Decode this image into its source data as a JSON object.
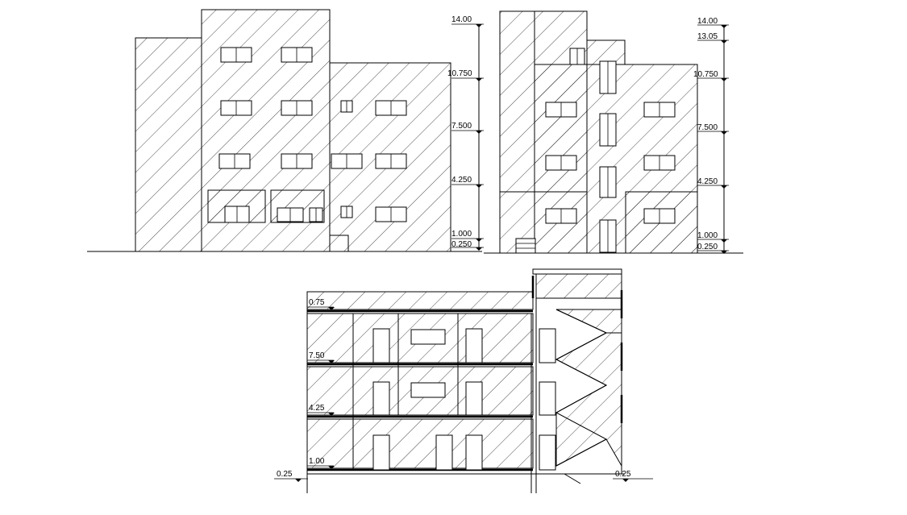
{
  "drawing": {
    "front_elevation": {
      "levels": [
        "14.00",
        "10.750",
        "7.500",
        "4.250",
        "1.000",
        "0.250"
      ]
    },
    "side_elevation": {
      "levels": [
        "14.00",
        "13.05",
        "10.750",
        "7.500",
        "4.250",
        "1.000",
        "0.250"
      ]
    },
    "section": {
      "levels": [
        "0.75",
        "7.50",
        "4.25",
        "1.00",
        "0.25",
        "0.25"
      ]
    },
    "colors": {
      "line": "#000000",
      "background": "#ffffff"
    }
  }
}
